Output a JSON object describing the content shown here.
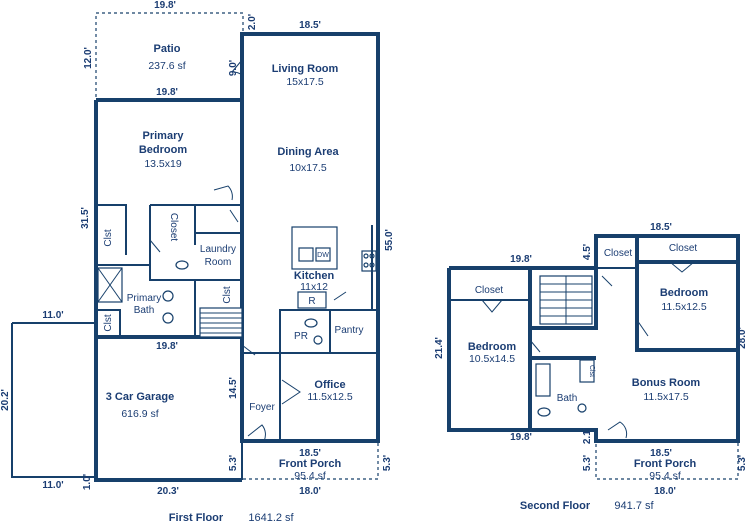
{
  "colors": {
    "wall": "#17406b",
    "text": "#1b3d73",
    "background": "#ffffff"
  },
  "first_floor": {
    "caption": "First Floor",
    "total": "1641.2 sf",
    "rooms": {
      "patio": {
        "name": "Patio",
        "size": "237.6 sf"
      },
      "living": {
        "name": "Living Room",
        "size": "15x17.5"
      },
      "dining": {
        "name": "Dining Area",
        "size": "10x17.5"
      },
      "primary_bedroom": {
        "name_line1": "Primary",
        "name_line2": "Bedroom",
        "size": "13.5x19"
      },
      "closet_a": {
        "name": "Closet"
      },
      "closet_b": {
        "name": "Clst"
      },
      "laundry": {
        "name_line1": "Laundry",
        "name_line2": "Room"
      },
      "primary_bath": {
        "name_line1": "Primary",
        "name_line2": "Bath"
      },
      "clst_stair": {
        "name": "Clst"
      },
      "clst_bath": {
        "name": "Clst"
      },
      "kitchen": {
        "name": "Kitchen",
        "size": "11x12",
        "dw": "DW"
      },
      "refrigerator": {
        "name": "R"
      },
      "pantry": {
        "name": "Pantry"
      },
      "powder": {
        "name": "PR"
      },
      "garage": {
        "name": "3 Car Garage",
        "size": "616.9 sf"
      },
      "foyer": {
        "name": "Foyer"
      },
      "office": {
        "name": "Office",
        "size": "11.5x12.5"
      },
      "front_porch": {
        "name": "Front Porch",
        "size": "95.4 sf"
      }
    },
    "dimensions": {
      "patio_top": "19.8'",
      "patio_left": "12.0'",
      "patio_bottom": "19.8'",
      "patio_right": "2.0'",
      "living_top": "18.5'",
      "living_left": "9.0'",
      "right_side": "55.0'",
      "left_side": "31.5'",
      "garage_top": "11.0'",
      "garage_left": "20.2'",
      "garage_bottom_left": "11.0'",
      "garage_bottom_small": "1.0'",
      "garage_bottom": "20.3'",
      "garage_inner_top": "19.8'",
      "foyer_left": "14.5'",
      "porch_top": "18.5'",
      "porch_bottom": "18.0'",
      "porch_left": "5.3'",
      "porch_right": "5.3'"
    }
  },
  "second_floor": {
    "caption": "Second Floor",
    "total": "941.7 sf",
    "rooms": {
      "closet_left": {
        "name": "Closet"
      },
      "bedroom_left": {
        "name": "Bedroom",
        "size": "10.5x14.5"
      },
      "closet_top": {
        "name": "Closet"
      },
      "closet_right": {
        "name": "Closet"
      },
      "bedroom_right": {
        "name": "Bedroom",
        "size": "11.5x12.5"
      },
      "bonus": {
        "name": "Bonus Room",
        "size": "11.5x17.5"
      },
      "bath": {
        "name": "Bath"
      },
      "bath_clst": {
        "name": "Clst"
      },
      "front_porch": {
        "name": "Front Porch",
        "size": "95.4 sf"
      }
    },
    "dimensions": {
      "top_right": "18.5'",
      "top_left": "19.8'",
      "small_left": "4.5'",
      "left_side": "21.4'",
      "right_side": "28.0'",
      "bottom_left": "19.8'",
      "small_bottom": "2.1'",
      "porch_top": "18.5'",
      "porch_bottom": "18.0'",
      "porch_left": "5.3'",
      "porch_right": "5.3'"
    }
  }
}
